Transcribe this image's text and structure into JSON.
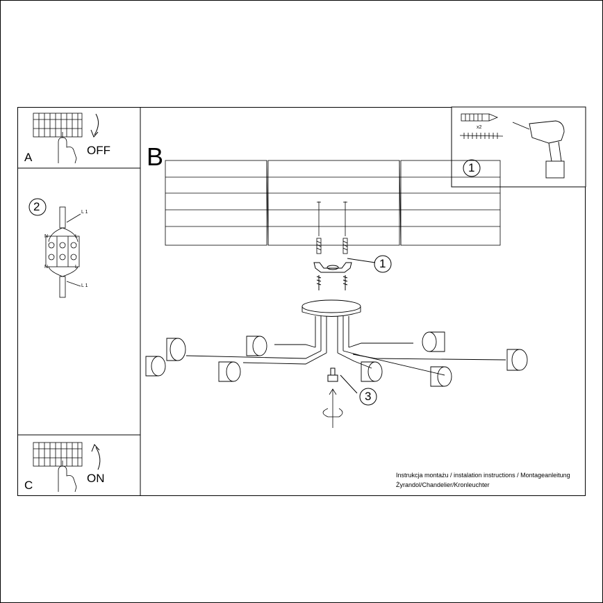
{
  "panels": {
    "a": {
      "letter": "A",
      "state": "OFF",
      "icon": "breaker-switch-off-icon"
    },
    "b": {
      "letter": "B"
    },
    "c": {
      "letter": "C",
      "state": "ON",
      "icon": "breaker-switch-on-icon"
    }
  },
  "tools_panel": {
    "step": "1",
    "quantity": "x2",
    "icons": [
      "wall-plug-icon",
      "screw-icon",
      "power-drill-icon"
    ]
  },
  "wiring": {
    "step": "2",
    "terminal_labels": [
      "N",
      "L",
      "L 1",
      "N",
      "L",
      "L 1"
    ],
    "icon": "terminal-block-icon"
  },
  "callouts": {
    "bracket": "1",
    "screw": "3"
  },
  "footer": {
    "line1": "Instrukcja montażu / instalation instructions / Montageanleitung",
    "line2": "Żyrandol/Chandelier/Kronleuchter"
  }
}
